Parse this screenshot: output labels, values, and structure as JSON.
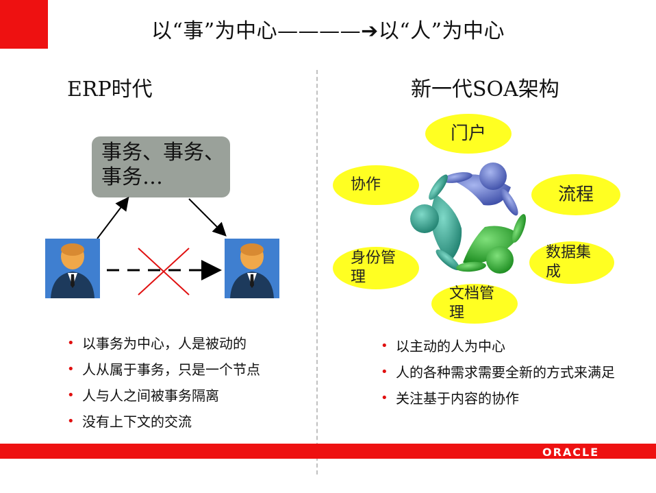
{
  "slide": {
    "title": "以“事”为中心————➔以“人”为中心",
    "left_heading": "ERP时代",
    "right_heading": "新一代SOA架构",
    "task_box_text": "事务、事务、事务…",
    "bubbles": {
      "portal": "门户",
      "collab": "协作",
      "process": "流程",
      "identity": "身份管理",
      "data_integration": "数据集成",
      "document": "文档管理"
    },
    "left_bullets": [
      "以事务为中心，人是被动的",
      "人从属于事务，只是一个节点",
      "人与人之间被事务隔离",
      "没有上下文的交流"
    ],
    "right_bullets": [
      "以主动的人为中心",
      "人的各种需求需要全新的方式来满足",
      "关注基于内容的协作"
    ],
    "logo": "ORACLE",
    "colors": {
      "accent_red": "#ee1111",
      "bubble_yellow": "#ffff22",
      "task_box_gray": "#9aa19a",
      "person_blue": "#3f7fd0"
    }
  }
}
